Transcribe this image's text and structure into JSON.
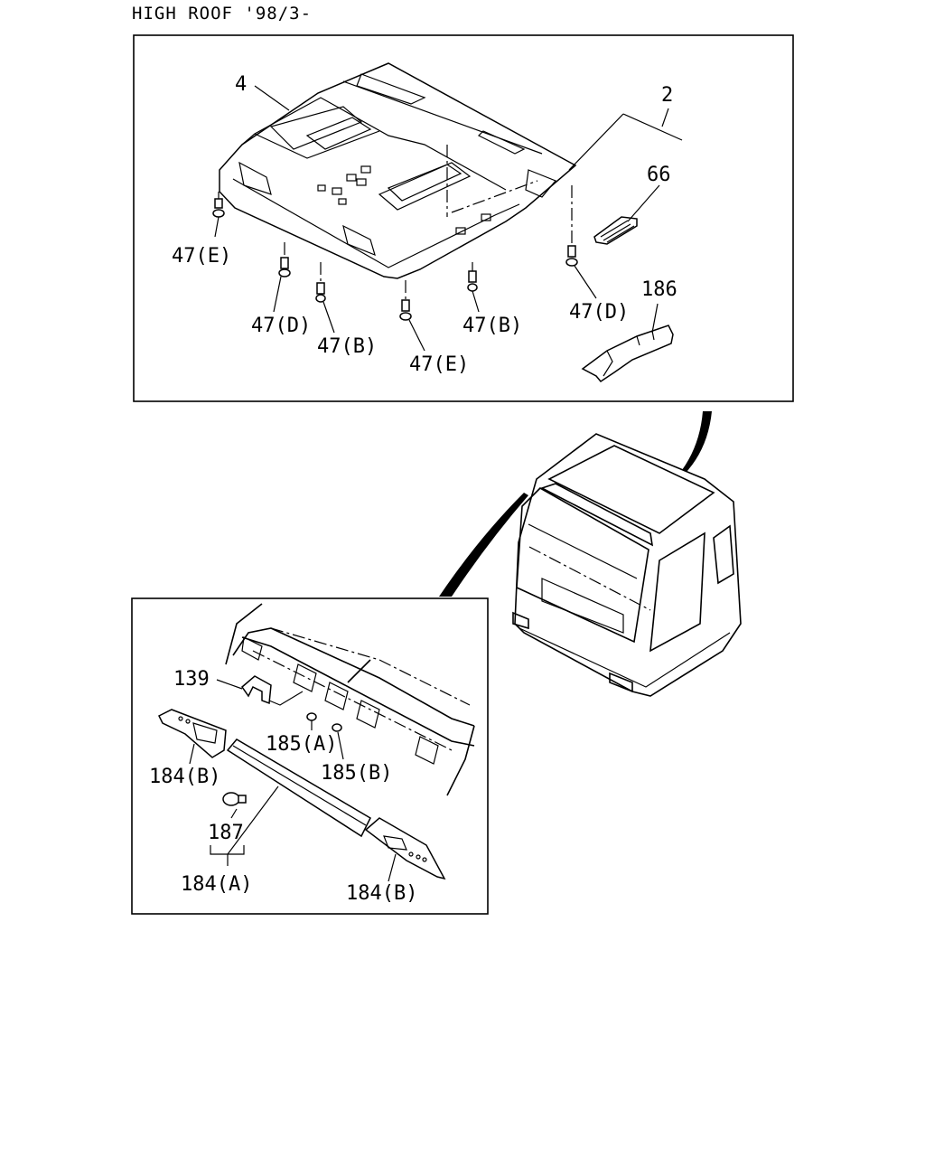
{
  "title": "HIGH ROOF '98/3-",
  "callouts": {
    "p4": "4",
    "p2": "2",
    "p66": "66",
    "p47E_left": "47(E)",
    "p47D_left": "47(D)",
    "p47B_left": "47(B)",
    "p47E_mid": "47(E)",
    "p47B_right": "47(B)",
    "p47D_right": "47(D)",
    "p186": "186",
    "p139": "139",
    "p185A": "185(A)",
    "p185B": "185(B)",
    "p184B_left": "184(B)",
    "p187": "187",
    "p184A": "184(A)",
    "p184B_right": "184(B)"
  }
}
